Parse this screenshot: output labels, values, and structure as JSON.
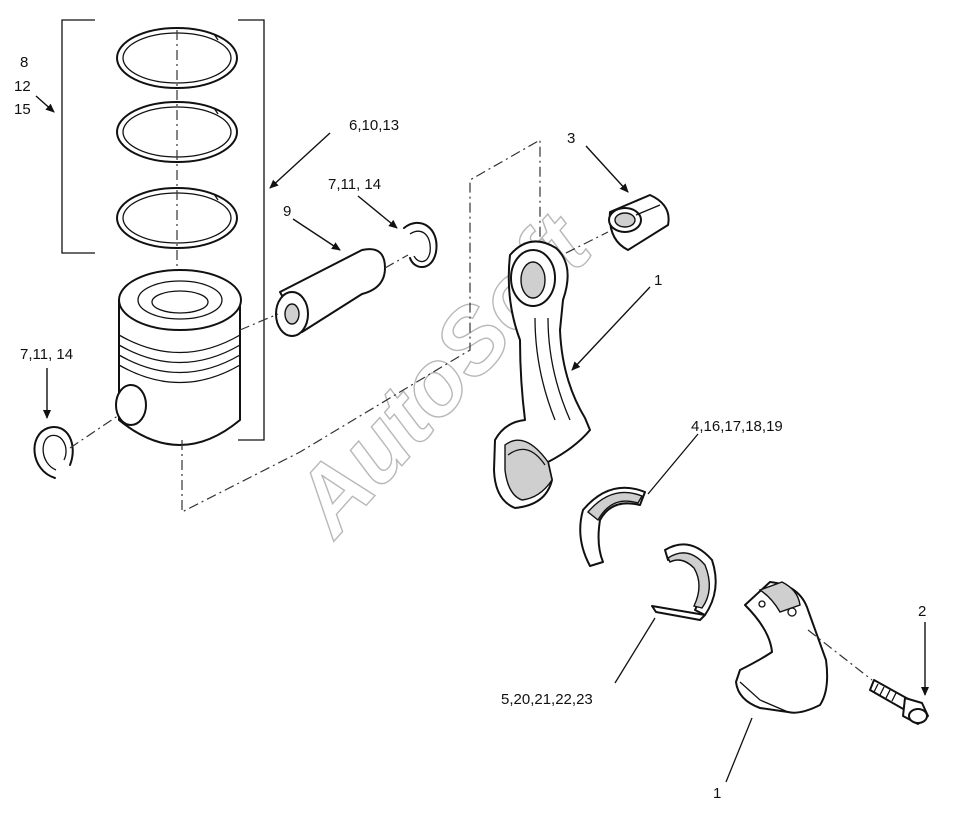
{
  "watermark": "AutoSoft",
  "labels": {
    "rings_a": "8",
    "rings_b": "12",
    "rings_c": "15",
    "piston_ring_set": "6,10,13",
    "circlip_upper": "7,11, 14",
    "piston_pin": "9",
    "small_end_bushing": "3",
    "connecting_rod": "1",
    "circlip_lower": "7,11, 14",
    "upper_bearing": "4,16,17,18,19",
    "lower_bearing": "5,20,21,22,23",
    "bolt": "2",
    "rod_cap": "1"
  }
}
